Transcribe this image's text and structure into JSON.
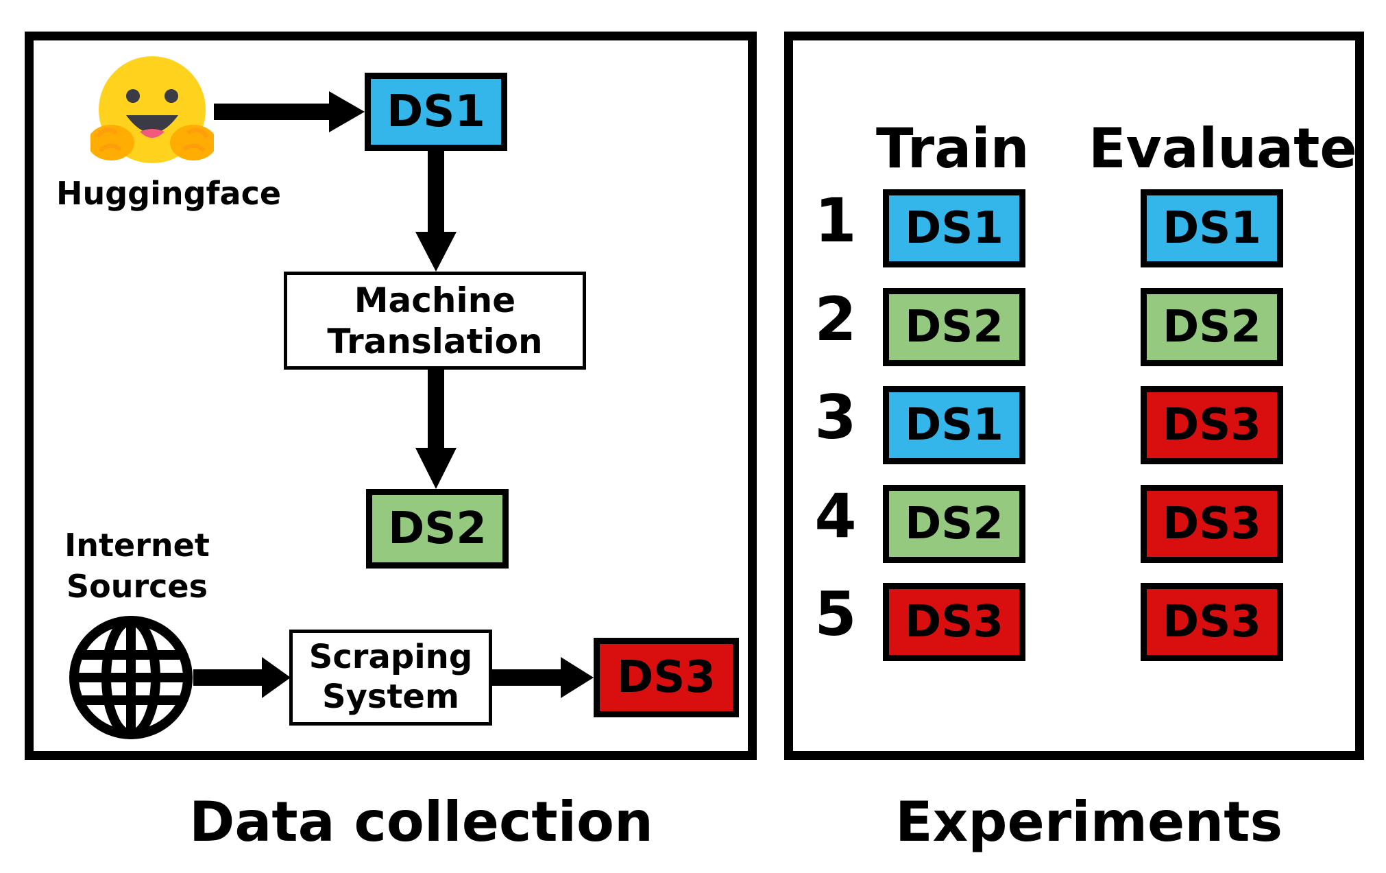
{
  "data_collection": {
    "caption": "Data collection",
    "huggingface_label": "Huggingface",
    "internet_label_line1": "Internet",
    "internet_label_line2": "Sources",
    "ds1": "DS1",
    "ds2": "DS2",
    "ds3": "DS3",
    "machine_translation_line1": "Machine",
    "machine_translation_line2": "Translation",
    "scraping_line1": "Scraping",
    "scraping_line2": "System"
  },
  "experiments": {
    "caption": "Experiments",
    "train_header": "Train",
    "evaluate_header": "Evaluate",
    "rows": [
      {
        "num": "1",
        "train": "DS1",
        "evaluate": "DS1"
      },
      {
        "num": "2",
        "train": "DS2",
        "evaluate": "DS2"
      },
      {
        "num": "3",
        "train": "DS1",
        "evaluate": "DS3"
      },
      {
        "num": "4",
        "train": "DS2",
        "evaluate": "DS3"
      },
      {
        "num": "5",
        "train": "DS3",
        "evaluate": "DS3"
      }
    ]
  },
  "colors": {
    "DS1": "#35b6eb",
    "DS2": "#94c97f",
    "DS3": "#d90f0f"
  }
}
